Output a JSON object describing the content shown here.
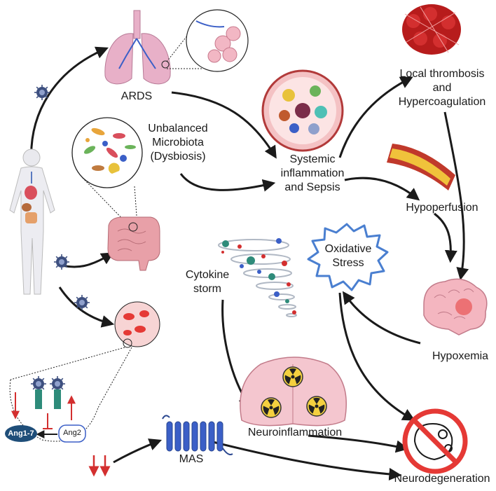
{
  "labels": {
    "ards": "ARDS",
    "dysbiosis": "Unbalanced\nMicrobiota\n(Dysbiosis)",
    "sepsis": "Systemic\ninflammation\nand Sepsis",
    "thrombosis": "Local thrombosis\nand\nHypercoagulation",
    "hypoperfusion": "Hypoperfusion",
    "oxidative_stress": "Oxidative\nStress",
    "cytokine_storm": "Cytokine\nstorm",
    "hypoxemia": "Hypoxemia",
    "neuroinflammation": "Neuroinflammation",
    "neurodegeneration": "Neurodegeneration",
    "mas": "MAS",
    "ang17": "Ang1-7",
    "ang2": "Ang2"
  },
  "colors": {
    "arrow": "#1a1a1a",
    "red_arrow": "#d32f2f",
    "virus": "#3d4f7f",
    "lung": "#e8b0c8",
    "gut": "#e8a0a8",
    "blood": "#e53935",
    "brain": "#f4b6c0",
    "starburst": "#4a7fd0",
    "receptor": "#3b5fc7",
    "ban_red": "#e53935"
  },
  "icons": [
    "virus-icon",
    "human-body-icon",
    "lungs-icon",
    "alveoli-icon",
    "microbiota-icon",
    "intestine-icon",
    "blood-cells-icon",
    "immune-cells-icon",
    "blood-clot-icon",
    "blood-vessel-icon",
    "brain-icon",
    "neuro-brain-icon",
    "radiation-icon",
    "tornado-icon",
    "receptor-icon",
    "no-brain-icon"
  ]
}
